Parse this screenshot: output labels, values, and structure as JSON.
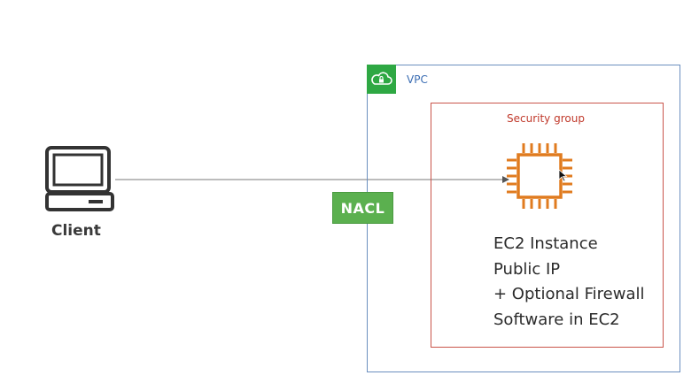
{
  "diagram": {
    "vpc": {
      "label": "VPC",
      "badge_icon": "cloud-lock-icon",
      "border_color": "#6b8fbf",
      "badge_color": "#2ea843"
    },
    "security_group": {
      "label": "Security group",
      "border_color": "#c9544a"
    },
    "ec2": {
      "icon": "ec2-chip-icon",
      "icon_color": "#e07b1f",
      "lines": [
        "EC2 Instance",
        "Public IP",
        "+ Optional Firewall",
        "Software in EC2"
      ]
    },
    "nacl": {
      "label": "NACL",
      "color": "#5bb04f"
    },
    "client": {
      "label": "Client",
      "icon": "computer-icon"
    },
    "connection": {
      "from": "client",
      "to": "ec2",
      "style": "arrow"
    }
  }
}
